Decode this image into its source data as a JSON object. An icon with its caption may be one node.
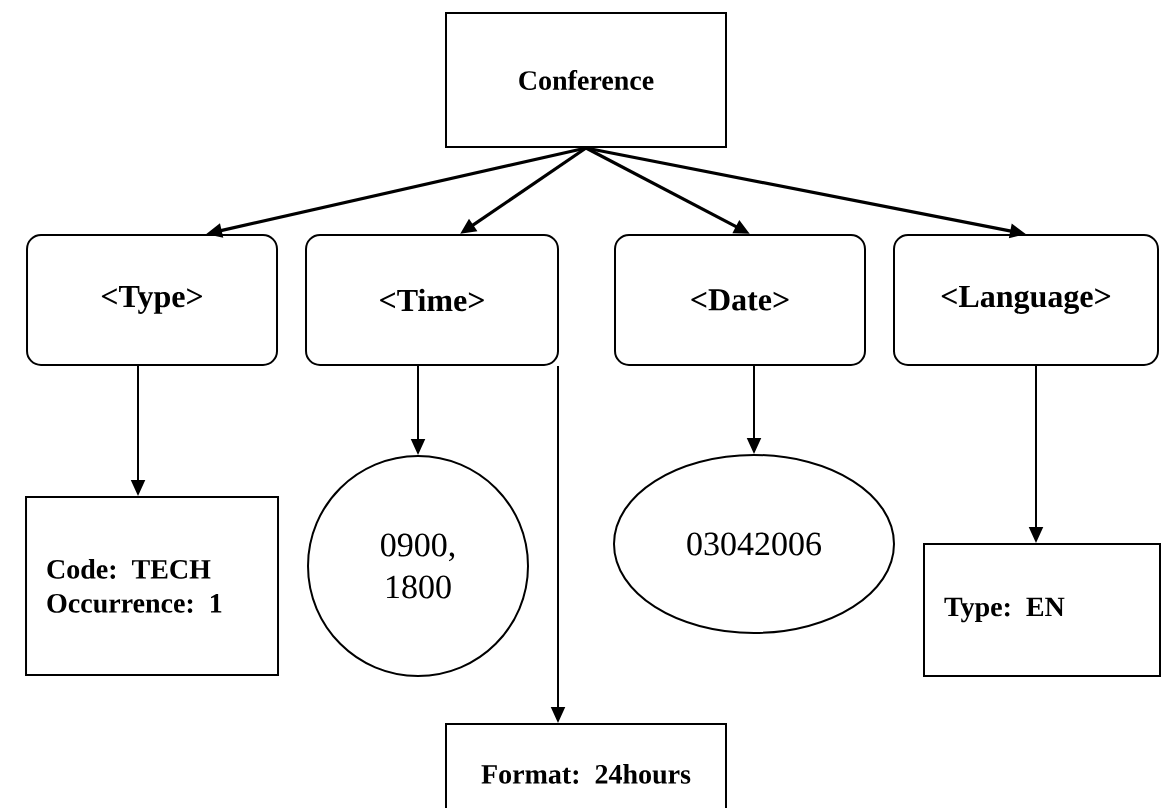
{
  "diagram": {
    "nodes": [
      {
        "text": [
          "Conference"
        ]
      },
      {
        "text": [
          "<Type>"
        ]
      },
      {
        "text": [
          "<Time>"
        ]
      },
      {
        "text": [
          "<Date>"
        ]
      },
      {
        "text": [
          "<Language>"
        ]
      },
      {
        "text": [
          "Code: TECH",
          "Occurrence: 1"
        ]
      },
      {
        "text": [
          "0900, 1800"
        ]
      },
      {
        "text": [
          "03042006"
        ]
      },
      {
        "text": [
          "Type: EN"
        ]
      },
      {
        "text": [
          "Format: 24hours"
        ]
      }
    ],
    "edges": [
      {
        "from": 0,
        "to": 1,
        "arrow": "to"
      },
      {
        "from": 0,
        "to": 2,
        "arrow": "to"
      },
      {
        "from": 0,
        "to": 3,
        "arrow": "to"
      },
      {
        "from": 0,
        "to": 4,
        "arrow": "to"
      },
      {
        "from": 1,
        "to": 5,
        "arrow": "to"
      },
      {
        "from": 2,
        "to": 6,
        "arrow": "to"
      },
      {
        "from": 2,
        "to": 9,
        "arrow": "to"
      },
      {
        "from": 3,
        "to": 7,
        "arrow": "to"
      },
      {
        "from": 4,
        "to": 8,
        "arrow": "to"
      }
    ]
  }
}
